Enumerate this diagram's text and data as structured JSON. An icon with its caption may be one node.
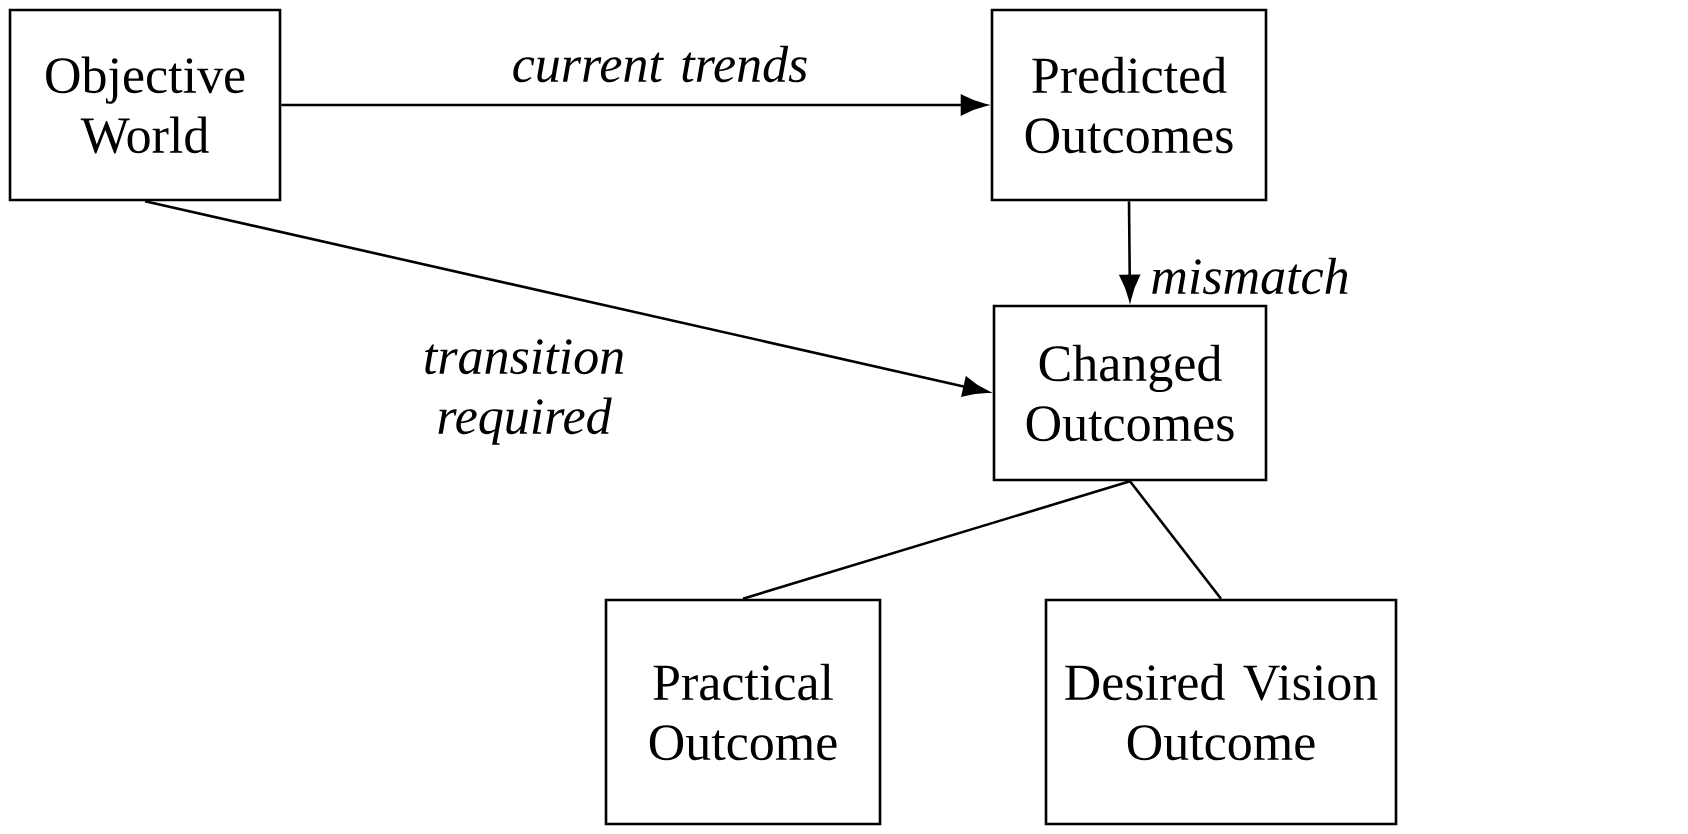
{
  "diagram": {
    "nodes": [
      {
        "text": [
          "Objective World"
        ]
      },
      {
        "text": [
          "Predicted Outcomes"
        ]
      },
      {
        "text": [
          "Changed Outcomes"
        ]
      },
      {
        "text": [
          "Practical Outcome"
        ]
      },
      {
        "text": [
          "Desired Vision Outcome"
        ]
      }
    ],
    "edges": [
      {
        "from": 0,
        "to": 1,
        "arrow": "to",
        "label": "current trends"
      },
      {
        "from": 1,
        "to": 2,
        "arrow": "to",
        "label": "mismatch"
      },
      {
        "from": 0,
        "to": 2,
        "arrow": "to",
        "label": "transition required"
      },
      {
        "from": 2,
        "to": 3,
        "arrow": "none"
      },
      {
        "from": 2,
        "to": 4,
        "arrow": "none"
      }
    ]
  }
}
